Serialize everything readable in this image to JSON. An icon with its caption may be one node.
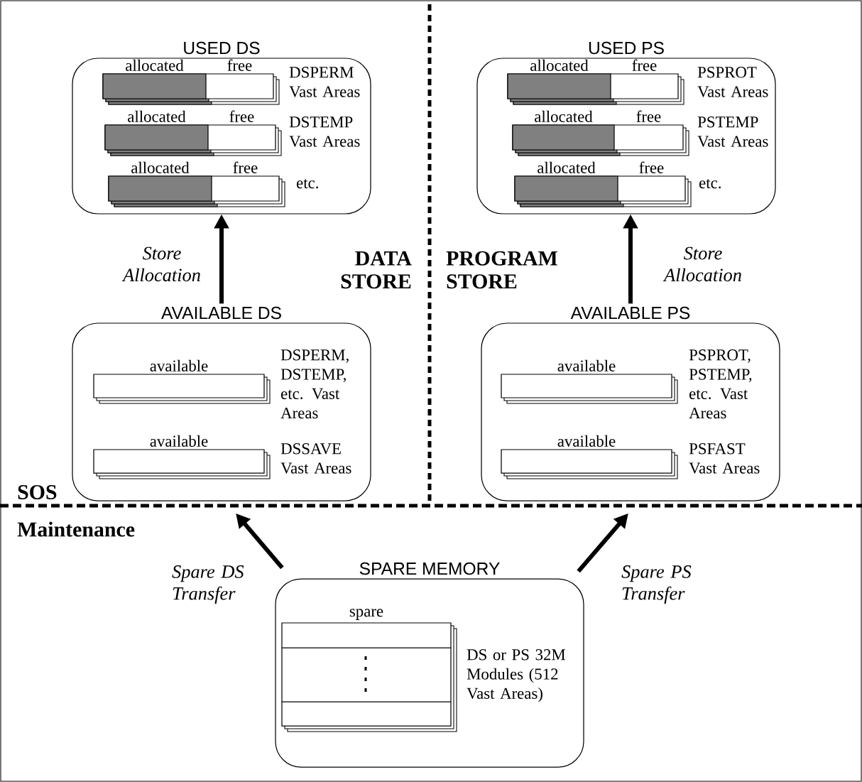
{
  "diagram": {
    "nodes": [
      {
        "text": [
          "USED DS"
        ]
      },
      {
        "text": [
          "allocated",
          "free"
        ],
        "beside": [
          "DSPERM Vast Areas"
        ],
        "in": 0
      },
      {
        "text": [
          "allocated",
          "free"
        ],
        "beside": [
          "DSTEMP Vast Areas"
        ],
        "in": 0
      },
      {
        "text": [
          "allocated",
          "free"
        ],
        "beside": [
          "etc."
        ],
        "in": 0
      },
      {
        "text": [
          "USED PS"
        ]
      },
      {
        "text": [
          "allocated",
          "free"
        ],
        "beside": [
          "PSPROT Vast Areas"
        ],
        "in": 4
      },
      {
        "text": [
          "allocated",
          "free"
        ],
        "beside": [
          "PSTEMP Vast Areas"
        ],
        "in": 4
      },
      {
        "text": [
          "allocated",
          "free"
        ],
        "beside": [
          "etc."
        ],
        "in": 4
      },
      {
        "text": [
          "AVAILABLE DS"
        ]
      },
      {
        "text": [
          "available"
        ],
        "beside": [
          "DSPERM, DSTEMP, etc. Vast Areas"
        ],
        "in": 8
      },
      {
        "text": [
          "available"
        ],
        "beside": [
          "DSSAVE Vast Areas"
        ],
        "in": 8
      },
      {
        "text": [
          "AVAILABLE PS"
        ]
      },
      {
        "text": [
          "available"
        ],
        "beside": [
          "PSPROT, PSTEMP, etc. Vast Areas"
        ],
        "in": 11
      },
      {
        "text": [
          "available"
        ],
        "beside": [
          "PSFAST Vast Areas"
        ],
        "in": 11
      },
      {
        "text": [
          "SPARE MEMORY"
        ]
      },
      {
        "text": [
          "spare"
        ],
        "beside": [
          "DS or PS 32M Modules (512 Vast Areas)"
        ],
        "in": 14
      }
    ],
    "edges": [
      {
        "from": 8,
        "to": 0,
        "arrow": "to",
        "label": "Store Allocation"
      },
      {
        "from": 11,
        "to": 4,
        "arrow": "to",
        "label": "Store Allocation"
      },
      {
        "from": 14,
        "to": 8,
        "arrow": "to",
        "label": "Spare DS Transfer"
      },
      {
        "from": 14,
        "to": 11,
        "arrow": "to",
        "label": "Spare PS Transfer"
      }
    ],
    "labels": [
      "DATA STORE",
      "PROGRAM STORE",
      "SOS",
      "Maintenance"
    ]
  }
}
